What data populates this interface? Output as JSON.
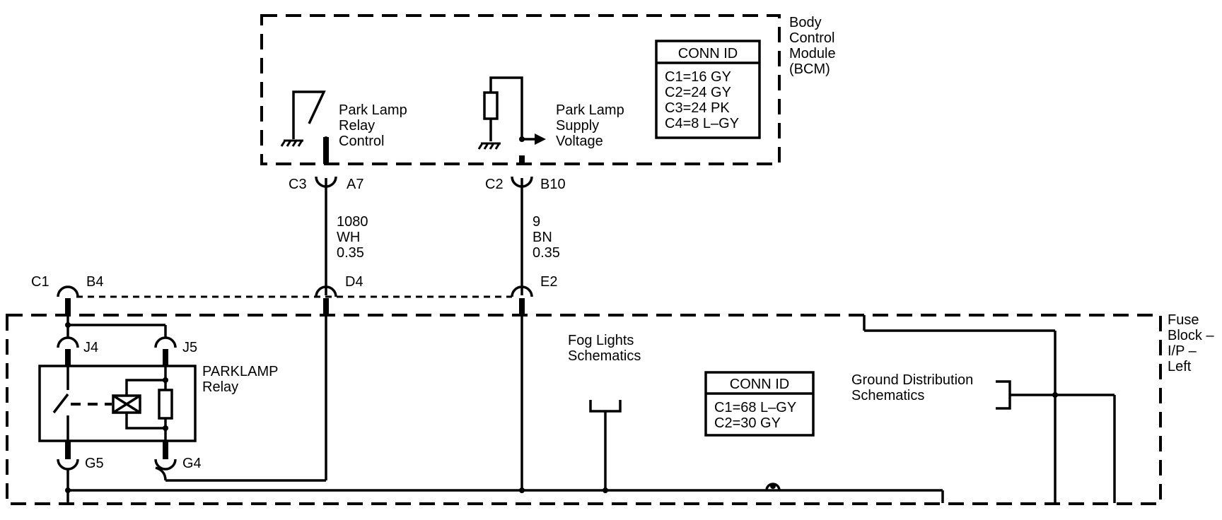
{
  "bcm": {
    "name_lines": [
      "Body",
      "Control",
      "Module",
      "(BCM)"
    ],
    "conn_title": "CONN ID",
    "conn_lines": [
      "C1=16 GY",
      "C2=24 GY",
      "C3=24 PK",
      "C4=8 L–GY"
    ],
    "relay_control_lines": [
      "Park Lamp",
      "Relay",
      "Control"
    ],
    "supply_voltage_lines": [
      "Park Lamp",
      "Supply",
      "Voltage"
    ]
  },
  "bcm_connectors": {
    "left_conn": "C3",
    "left_pin": "A7",
    "right_conn": "C2",
    "right_pin": "B10"
  },
  "wires": {
    "left_lines": [
      "1080",
      "WH",
      "0.35"
    ],
    "right_lines": [
      "9",
      "BN",
      "0.35"
    ]
  },
  "fuse_block_connectors": {
    "conn": "C1",
    "pin_b4": "B4",
    "pin_d4": "D4",
    "pin_e2": "E2"
  },
  "fuse_block": {
    "name_lines": [
      "Fuse",
      "Block –",
      "I/P –",
      "Left"
    ],
    "conn_title": "CONN ID",
    "conn_lines": [
      "C1=68 L–GY",
      "C2=30 GY"
    ]
  },
  "relay": {
    "name_lines": [
      "PARKLAMP",
      "Relay"
    ],
    "pin_j4": "J4",
    "pin_j5": "J5",
    "pin_g5": "G5",
    "pin_g4": "G4"
  },
  "references": {
    "fog_lines": [
      "Fog Lights",
      "Schematics"
    ],
    "ground_lines": [
      "Ground Distribution",
      "Schematics"
    ]
  }
}
